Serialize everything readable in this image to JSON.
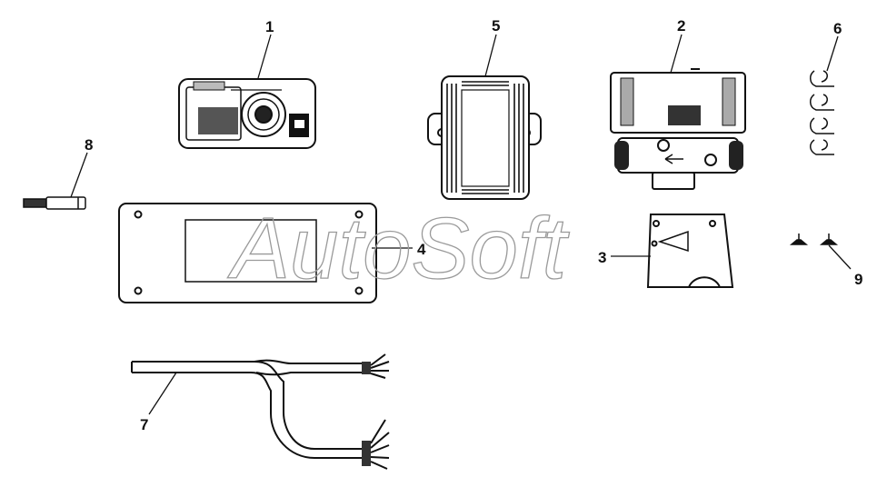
{
  "diagram": {
    "callouts": {
      "c1": "1",
      "c2": "2",
      "c3": "3",
      "c4": "4",
      "c5": "5",
      "c6": "6",
      "c7": "7",
      "c8": "8",
      "c9": "9"
    },
    "watermark": "AutoSoft"
  }
}
